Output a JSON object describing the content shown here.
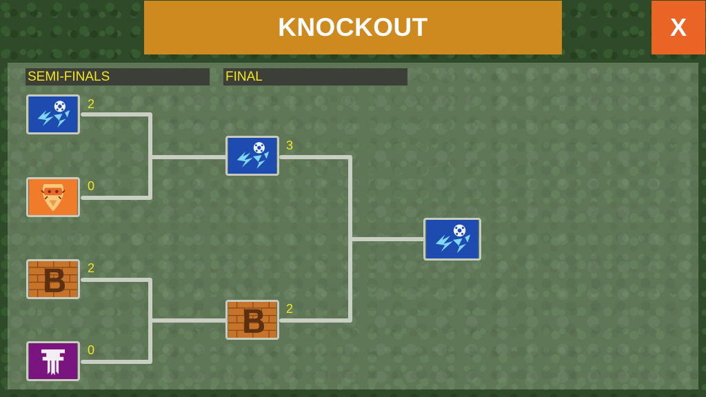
{
  "header": {
    "title": "KNOCKOUT",
    "close_label": "X"
  },
  "rounds": {
    "semi_label": "SEMI-FINALS",
    "final_label": "FINAL"
  },
  "colors": {
    "blue_team": "#1d4bb0",
    "orange_team": "#f07b2a",
    "brick_team": "#c8732a",
    "purple_team": "#7a1580",
    "score": "#f5e61f",
    "connector": "#c9cfc2"
  },
  "bracket": {
    "semi_1": {
      "team_a": {
        "icon": "soccer-ball-lightning-crest",
        "score": "2"
      },
      "team_b": {
        "icon": "orange-shield-crest",
        "score": "0"
      }
    },
    "semi_2": {
      "team_a": {
        "icon": "brick-wall-b-crest",
        "score": "2"
      },
      "team_b": {
        "icon": "purple-trident-crest",
        "score": "0"
      }
    },
    "final": {
      "team_a": {
        "icon": "soccer-ball-lightning-crest",
        "score": "3"
      },
      "team_b": {
        "icon": "brick-wall-b-crest",
        "score": "2"
      }
    },
    "champion": {
      "icon": "soccer-ball-lightning-crest"
    }
  }
}
